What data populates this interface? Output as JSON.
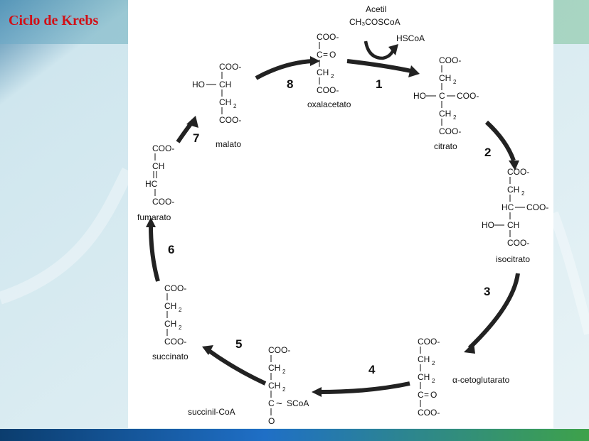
{
  "title": "Ciclo de Krebs",
  "colors": {
    "title": "#d10f16",
    "arrow": "#222222",
    "band_blue": "#1f6fc6",
    "band_green": "#3ea24a"
  },
  "steps": [
    "1",
    "2",
    "3",
    "4",
    "5",
    "6",
    "7",
    "8"
  ],
  "inputs": {
    "acetil": "Acetil",
    "acetil_formula": "CH₃COSCoA",
    "hscoa": "HSCoA"
  },
  "compounds": {
    "oxalacetato": {
      "name": "oxalacetato",
      "c1": "COO-",
      "c2": "C",
      "eq": "=",
      "o": "O",
      "ch": "CH",
      "sub2": "2",
      "c4": "COO-"
    },
    "citrato": {
      "name": "citrato",
      "c1": "COO-",
      "ch": "CH",
      "sub2": "2",
      "ho": "HO",
      "c": "C",
      "coo": "COO-",
      "c5": "COO-"
    },
    "isocitrato": {
      "name": "isocitrato",
      "c1": "COO-",
      "ch": "CH",
      "sub2": "2",
      "hc": "HC",
      "coo": "COO-",
      "ho": "HO",
      "ch_b": "CH",
      "c5": "COO-"
    },
    "cetoglutarato": {
      "name": "α-cetoglutarato",
      "c1": "COO-",
      "ch": "CH",
      "sub2": "2",
      "c": "C",
      "eq": "=",
      "o": "O",
      "c5": "COO-"
    },
    "succinilcoa": {
      "name": "succinil-CoA",
      "c1": "COO-",
      "ch": "CH",
      "sub2": "2",
      "c": "C",
      "tilde": "~",
      "scoa": "SCoA",
      "o": "O"
    },
    "succinato": {
      "name": "succinato",
      "c1": "COO-",
      "ch": "CH",
      "sub2": "2",
      "c4": "COO-"
    },
    "fumarato": {
      "name": "fumarato",
      "c1": "COO-",
      "ch": "CH",
      "hc": "HC",
      "c4": "COO-"
    },
    "malato": {
      "name": "malato",
      "c1": "COO-",
      "ho": "HO",
      "ch": "CH",
      "ch2": "CH",
      "sub2": "2",
      "c4": "COO-"
    }
  }
}
